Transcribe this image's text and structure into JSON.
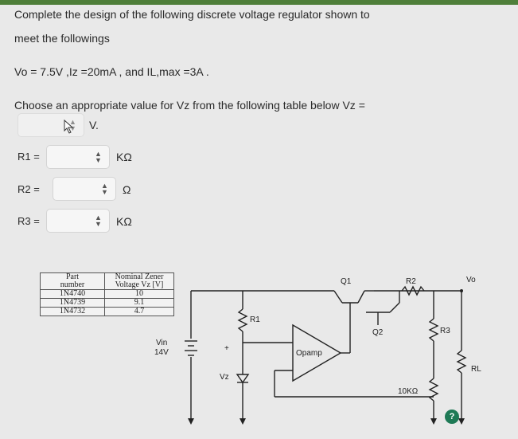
{
  "question": {
    "line1": "Complete the design of the following discrete voltage regulator shown to",
    "line2": "meet the followings",
    "specs": "Vo = 7.5V ,Iz =20mA , and IL,max =3A .",
    "choose": "Choose an appropriate value for Vz from the following table below Vz ="
  },
  "vz_field": {
    "unit": "V."
  },
  "r1": {
    "label": "R1 =",
    "unit": "KΩ"
  },
  "r2": {
    "label": "R2 =",
    "unit": "Ω"
  },
  "r3": {
    "label": "R3 =",
    "unit": "KΩ"
  },
  "table": {
    "header_part": [
      "Part",
      "number"
    ],
    "header_vz": [
      "Nominal Zener",
      "Voltage Vz [V]"
    ],
    "rows": [
      {
        "part": "1N4740",
        "vz": "10"
      },
      {
        "part": "1N4739",
        "vz": "9.1"
      },
      {
        "part": "1N4732",
        "vz": "4.7"
      }
    ]
  },
  "circuit": {
    "vin_label": "Vin",
    "vin_value": "14V",
    "vz_label": "Vz",
    "plus_sign": "+",
    "r1": "R1",
    "opamp": "Opamp",
    "q1": "Q1",
    "q2": "Q2",
    "r2": "R2",
    "r3": "R3",
    "vo": "Vo",
    "rl": "RL",
    "res_10k": "10KΩ"
  },
  "help": {
    "label": "?"
  },
  "colors": {
    "accent": "#4f7f3a",
    "help": "#1f7a56"
  }
}
